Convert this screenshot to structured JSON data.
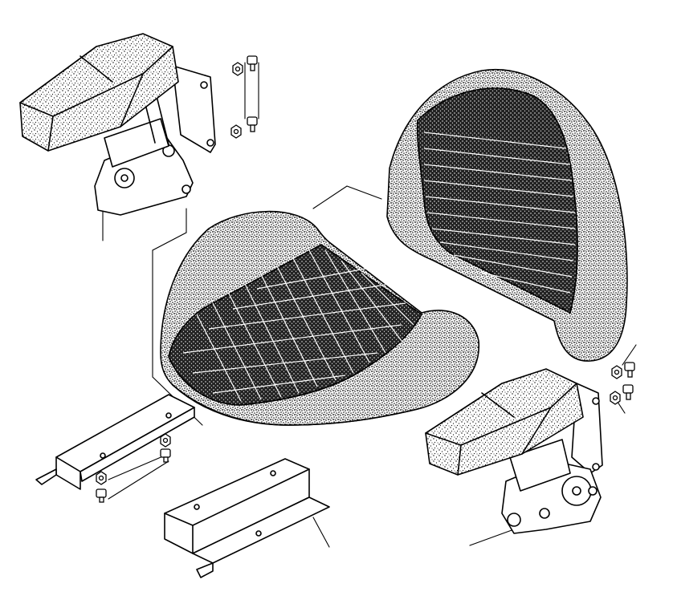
{
  "diagram": {
    "ink_color": "#000000",
    "paper_color": "#ffffff",
    "parts": [
      "left-armrest",
      "left-armrest-bracket",
      "seat-cushion",
      "backrest-cushion",
      "right-armrest",
      "right-armrest-bracket",
      "front-mounting-rail",
      "rear-mounting-rail",
      "bolts",
      "nuts"
    ]
  }
}
